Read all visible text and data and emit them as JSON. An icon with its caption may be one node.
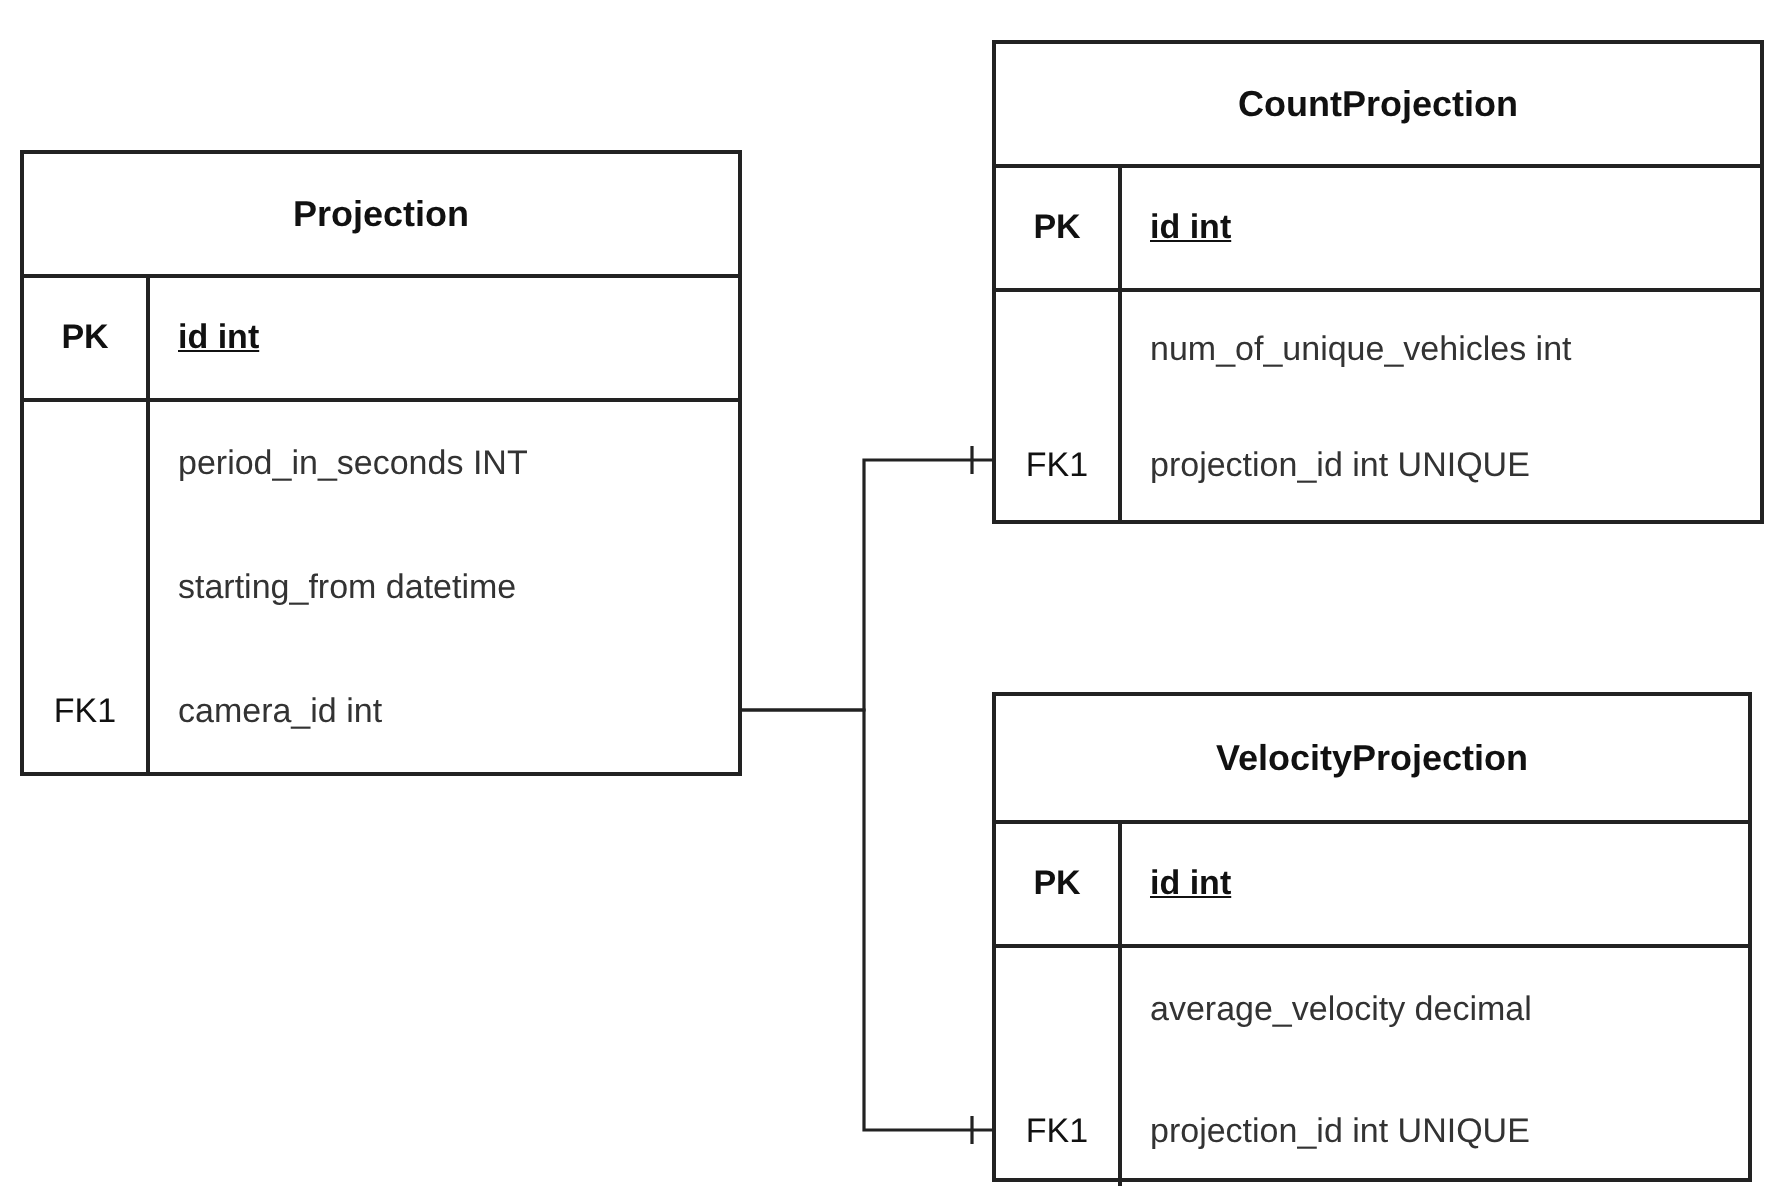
{
  "diagram": {
    "nodes": [
      {
        "text": [
          "Projection",
          "PK",
          "id int",
          "period_in_seconds INT",
          "starting_from datetime",
          "FK1",
          "camera_id int"
        ]
      },
      {
        "text": [
          "CountProjection",
          "PK",
          "id int",
          "num_of_unique_vehicles int",
          "FK1",
          "projection_id int UNIQUE"
        ]
      },
      {
        "text": [
          "VelocityProjection",
          "PK",
          "id int",
          "average_velocity decimal",
          "FK1",
          "projection_id int UNIQUE"
        ]
      }
    ],
    "edges": [
      {
        "from": 0,
        "to": 1,
        "arrow": "other"
      },
      {
        "from": 0,
        "to": 2,
        "arrow": "other"
      }
    ]
  }
}
